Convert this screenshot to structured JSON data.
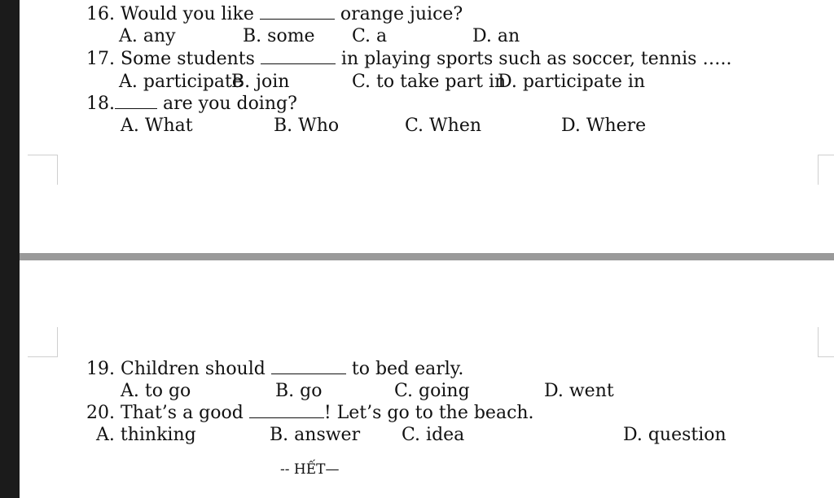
{
  "questions": [
    {
      "number": "16.",
      "stem_before": "Would you like",
      "stem_after": "orange juice?",
      "options": [
        "A. any",
        "B. some",
        "C. a",
        "D. an"
      ]
    },
    {
      "number": "17.",
      "stem_before": "Some students",
      "stem_after": "in playing sports such as soccer, tennis …..",
      "options": [
        "A. participate",
        "B. join",
        "C. to take part in",
        "D. participate in"
      ]
    },
    {
      "number": "18.",
      "stem_before": "",
      "stem_after": "are you doing?",
      "options": [
        "A. What",
        "B. Who",
        "C. When",
        "D. Where"
      ]
    },
    {
      "number": "19.",
      "stem_before": "Children should",
      "stem_after": "to bed early.",
      "options": [
        "A. to go",
        "B. go",
        "C. going",
        "D. went"
      ]
    },
    {
      "number": "20.",
      "stem_before": "That’s a good",
      "stem_after": "! Let’s go to the beach.",
      "options": [
        "A. thinking",
        "B. answer",
        "C. idea",
        "D. question"
      ]
    }
  ],
  "footer": "-- HẾT—"
}
